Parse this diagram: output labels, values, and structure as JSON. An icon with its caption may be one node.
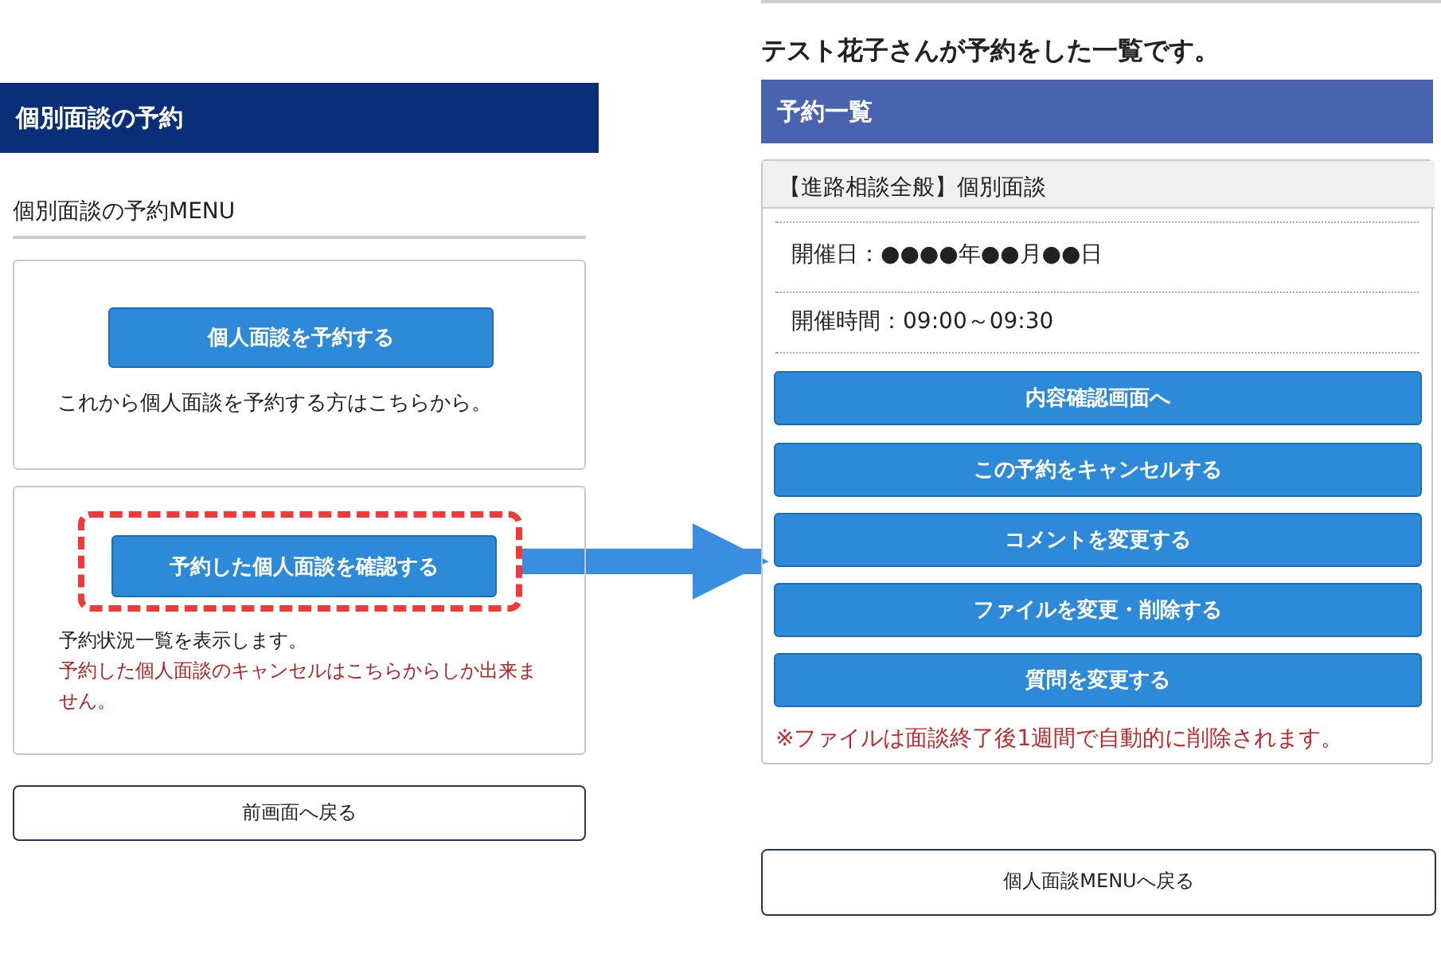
{
  "diagram": {
    "nodes": [
      {
        "text": [
          "個別面談の予約"
        ]
      },
      {
        "text": [
          "これから個人面談を予約する方はこちらから。"
        ]
      },
      {
        "text": [
          "個人面談を予約する"
        ],
        "in": 1
      },
      {
        "text": [
          "予約状況一覧を表示します。",
          "予約した個人面談のキャンセルはこちらからしか出来ません。"
        ]
      },
      {
        "text": [],
        "shape": "box",
        "in": 3
      },
      {
        "text": [
          "予約した個人面談を確認する"
        ],
        "in": 4
      },
      {
        "text": [
          "前画面へ戻る"
        ]
      },
      {
        "text": [
          "予約一覧"
        ]
      },
      {
        "text": [
          "【進路相談全般】個別面談",
          "開催日：●●●●年●●月●●日",
          "開催時間：09:00～09:30",
          "※ファイルは面談終了後1週間で自動的に削除されます。"
        ]
      },
      {
        "text": [
          "内容確認画面へ"
        ],
        "in": 8
      },
      {
        "text": [
          "この予約をキャンセルする"
        ],
        "in": 8
      },
      {
        "text": [
          "コメントを変更する"
        ],
        "in": 8
      },
      {
        "text": [
          "ファイルを変更・削除する"
        ],
        "in": 8
      },
      {
        "text": [
          "質問を変更する"
        ],
        "in": 8
      },
      {
        "text": [
          "個人面談MENUへ戻る"
        ]
      }
    ],
    "edges": [
      {
        "from": 4,
        "to": 8,
        "arrow": "to"
      }
    ],
    "labels": [
      "個別面談の予約MENU",
      "テスト花子さんが予約をした一覧です。"
    ]
  }
}
